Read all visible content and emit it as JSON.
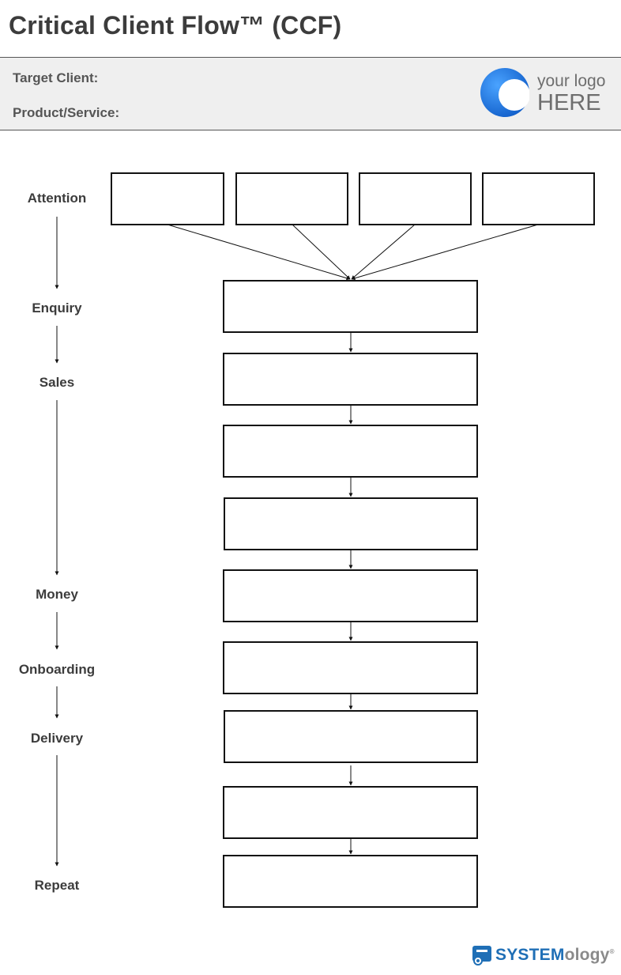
{
  "title": "Critical Client Flow™ (CCF)",
  "info": {
    "target_client_label": "Target Client:",
    "product_service_label": "Product/Service:"
  },
  "logo": {
    "line1": "your logo",
    "line2": "HERE",
    "accent_color": "#1f6fb6"
  },
  "stages": [
    "Attention",
    "Enquiry",
    "Sales",
    "Money",
    "Onboarding",
    "Delivery",
    "Repeat"
  ],
  "flow": {
    "top_row_boxes": 4,
    "chain_boxes": 9
  },
  "footer": {
    "brand_strong": "SYSTEM",
    "brand_light": "ology",
    "registered_mark": "®"
  }
}
